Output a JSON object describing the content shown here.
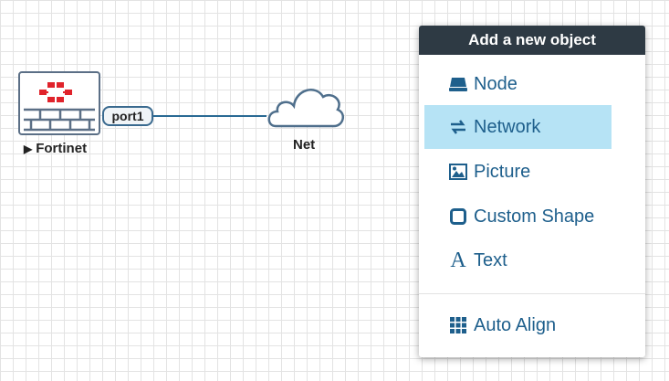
{
  "canvas": {
    "node": {
      "name": "Fortinet",
      "port": "port1",
      "brand_color": "#e0232b"
    },
    "network": {
      "name": "Net"
    }
  },
  "menu": {
    "title": "Add a new object",
    "items": [
      {
        "label": "Node",
        "icon": "node-icon"
      },
      {
        "label": "Network",
        "icon": "network-icon",
        "active": true
      },
      {
        "label": "Picture",
        "icon": "picture-icon"
      },
      {
        "label": "Custom Shape",
        "icon": "custom-shape-icon"
      },
      {
        "label": "Text",
        "icon": "text-icon"
      }
    ],
    "auto_align": {
      "label": "Auto Align",
      "icon": "grid-icon"
    }
  },
  "colors": {
    "menu_header_bg": "#2e3a44",
    "menu_text": "#1e5f8c",
    "active_bg": "#b6e3f5",
    "link": "#2a6a94"
  }
}
